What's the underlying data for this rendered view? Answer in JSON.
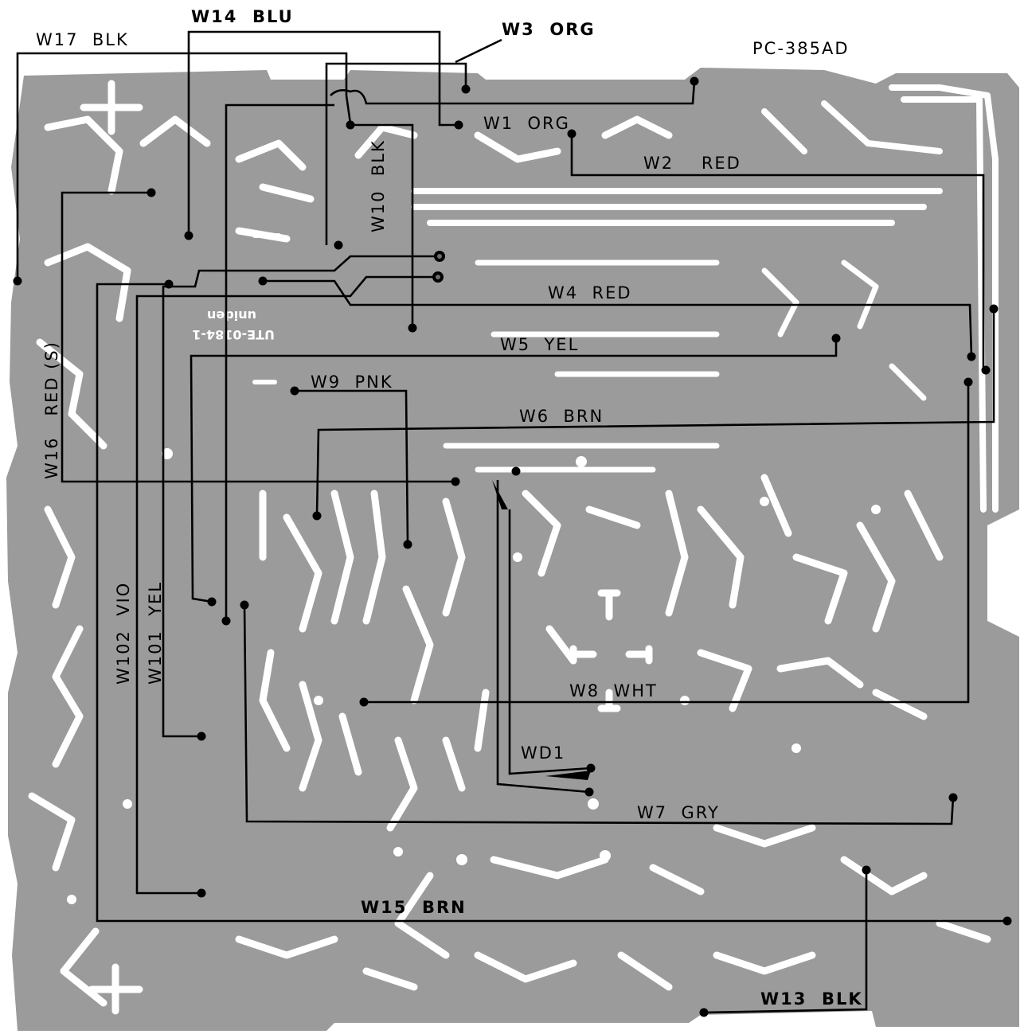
{
  "board": {
    "model": "PC-385AD",
    "silk_brand": "uniden",
    "silk_part": "UTE-0184-1"
  },
  "wires": [
    {
      "id": "w17",
      "label": "W17  BLK"
    },
    {
      "id": "w14",
      "label": "W14  BLU"
    },
    {
      "id": "w3",
      "label": "W3  ORG"
    },
    {
      "id": "w1",
      "label": "W1  ORG"
    },
    {
      "id": "w10",
      "label": "W10  BLK"
    },
    {
      "id": "w2",
      "label": "W2    RED"
    },
    {
      "id": "w4",
      "label": "W4  RED"
    },
    {
      "id": "w5",
      "label": "W5  YEL"
    },
    {
      "id": "w9",
      "label": "W9  PNK"
    },
    {
      "id": "w6",
      "label": "W6  BRN"
    },
    {
      "id": "w16",
      "label": "W16   RED (S)"
    },
    {
      "id": "w102",
      "label": "W102  VIO"
    },
    {
      "id": "w101",
      "label": "W101  YEL"
    },
    {
      "id": "w8",
      "label": "W8  WHT"
    },
    {
      "id": "wd1",
      "label": "WD1"
    },
    {
      "id": "w7",
      "label": "W7  GRY"
    },
    {
      "id": "w15",
      "label": "W15  BRN"
    },
    {
      "id": "w13",
      "label": "W13  BLK"
    }
  ],
  "colors": {
    "board": "#9b9b9b",
    "traces": "#ffffff",
    "wires": "#000000"
  }
}
